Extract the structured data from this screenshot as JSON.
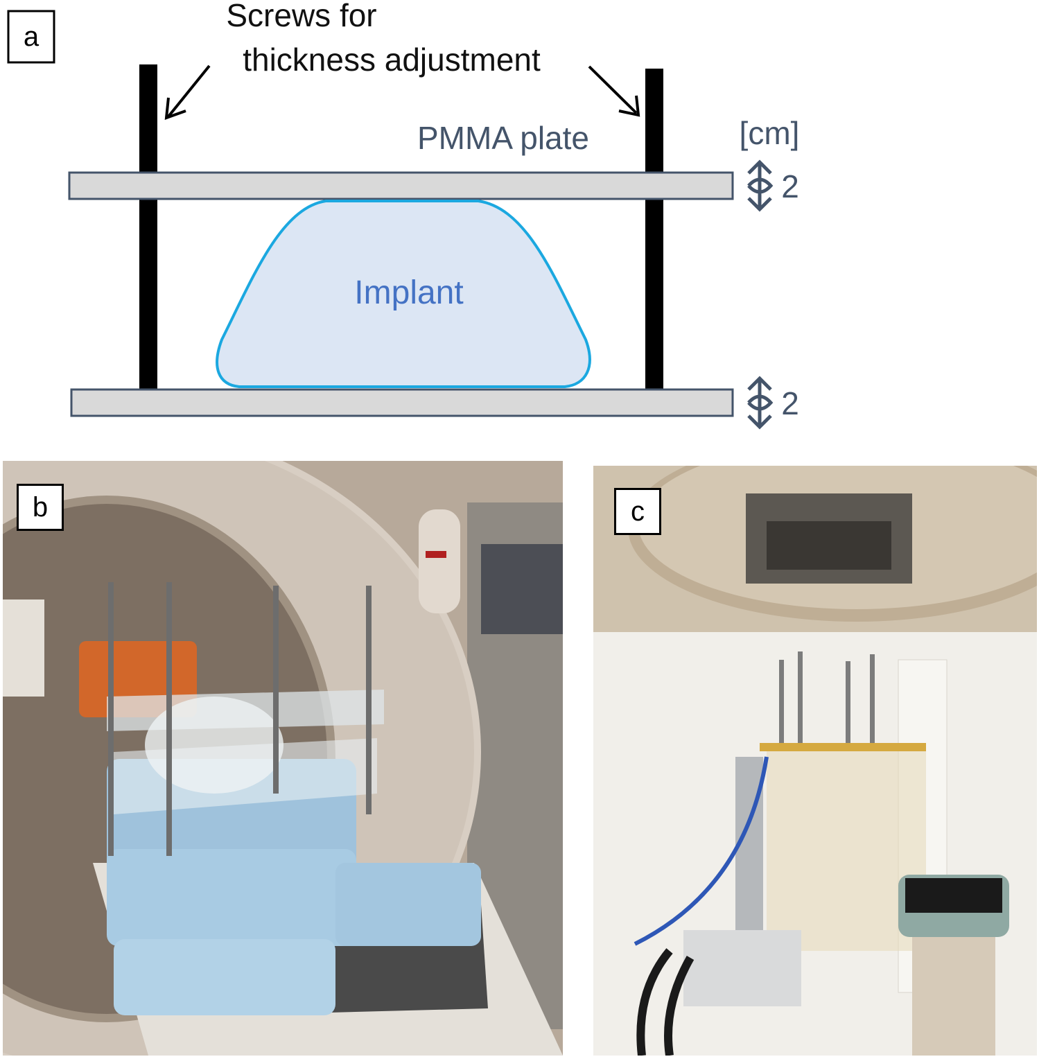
{
  "panels": {
    "a": {
      "letter": "a",
      "screws_label_line1": "Screws for",
      "screws_label_line2": "thickness adjustment",
      "plate_label": "PMMA plate",
      "unit_label": "[cm]",
      "implant_label": "Implant",
      "top_plate_thickness": "2",
      "bottom_plate_thickness": "2"
    },
    "b": {
      "letter": "b"
    },
    "c": {
      "letter": "c"
    }
  },
  "colors": {
    "plate_fill": "#d9d9d9",
    "plate_stroke": "#44546a",
    "implant_fill": "#dce6f4",
    "implant_stroke": "#1ba8e0",
    "implant_text": "#4472c4",
    "label_gray": "#44546a",
    "screw": "#000000"
  }
}
